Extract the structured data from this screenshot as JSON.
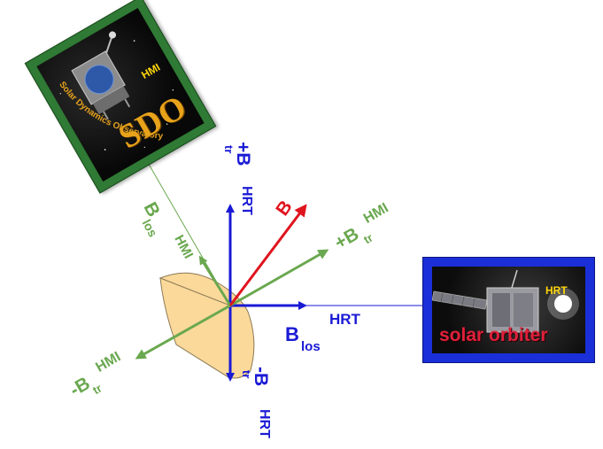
{
  "sdo_card": {
    "arc_text": "Solar Dynamics Observatory",
    "logo": "SDO",
    "instrument": "HMI"
  },
  "solar_orbiter_card": {
    "name": "solar orbiter",
    "instrument": "HRT"
  },
  "labels": {
    "b": "B",
    "plus_btr_hrt": {
      "main": "+B",
      "sub": "tr",
      "instrument": "HRT"
    },
    "minus_btr_hrt": {
      "main": "-B",
      "sub": "tr",
      "instrument": "HRT"
    },
    "blos_hrt": {
      "main": "B",
      "sub": "los",
      "instrument": "HRT"
    },
    "blos_hmi": {
      "main": "B",
      "sub": "los",
      "instrument": "HMI"
    },
    "plus_btr_hmi": {
      "main": "+B",
      "sub": "tr",
      "instrument": "HMI"
    },
    "minus_btr_hmi": {
      "main": "-B",
      "sub": "tr",
      "instrument": "HMI"
    }
  },
  "colors": {
    "hrt_blue": "#1a1ad6",
    "hmi_green": "#6aa84f",
    "b_red": "#e0141e",
    "wedge_fill": "#fbd99a",
    "wedge_stroke": "#8a7a55"
  }
}
